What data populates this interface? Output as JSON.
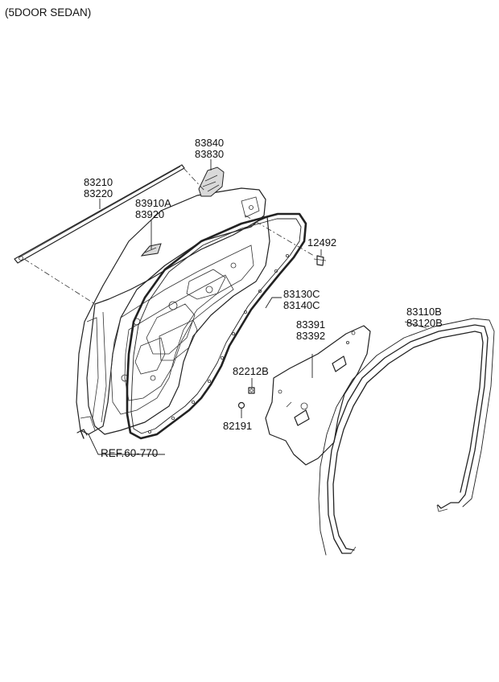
{
  "header": {
    "title": "(5DOOR SEDAN)"
  },
  "labels": {
    "p83840": "83840",
    "p83830": "83830",
    "p83210": "83210",
    "p83220": "83220",
    "p83910A": "83910A",
    "p83920": "83920",
    "p12492": "12492",
    "p83130C": "83130C",
    "p83140C": "83140C",
    "p83110B": "83110B",
    "p83120B": "83120B",
    "p83391": "83391",
    "p83392": "83392",
    "p82212B": "82212B",
    "p82191": "82191",
    "ref": "REF.60-770"
  },
  "colors": {
    "line": "#222222",
    "background": "#ffffff",
    "fill": "#d9d9d9"
  }
}
